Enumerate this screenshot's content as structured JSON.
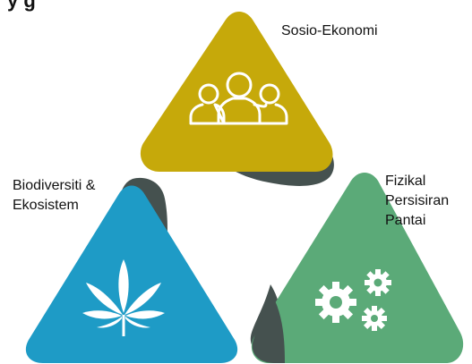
{
  "diagram": {
    "title_partial": "y      g",
    "nodes": [
      {
        "id": "socio-economic",
        "label": "Sosio-Ekonomi",
        "color": "#C6A90A",
        "icon": "people-group-icon"
      },
      {
        "id": "biodiversity",
        "label": "Biodiversiti  &\nEkosistem",
        "color": "#1E9BC6",
        "icon": "leaf-icon"
      },
      {
        "id": "coastal-physical",
        "label": "Fizikal\nPersisiran\nPantai",
        "color": "#5BAA78",
        "icon": "gears-icon"
      }
    ],
    "connector_color": "#45514F"
  }
}
